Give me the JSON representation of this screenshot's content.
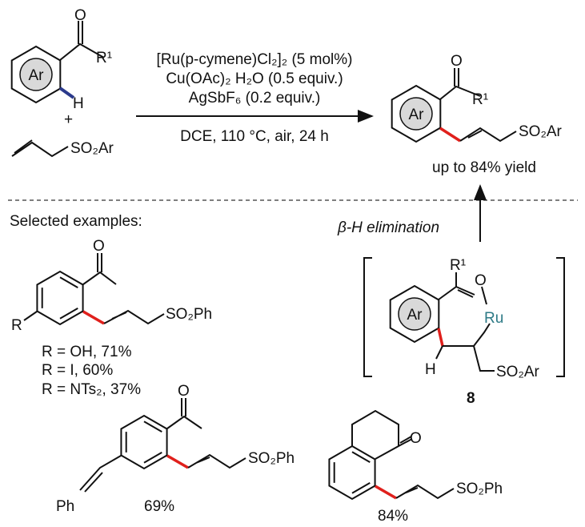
{
  "reaction": {
    "sm_ar": "Ar",
    "sm_o": "O",
    "sm_r1": "R¹",
    "sm_h": "H",
    "plus": "+",
    "allyl_so2ar": "SO₂Ar",
    "conditions": [
      "[Ru(p-cymene)Cl₂]₂ (5 mol%)",
      "Cu(OAc)₂ H₂O (0.5 equiv.)",
      "AgSbF₆ (0.2 equiv.)"
    ],
    "conditions_below": "DCE, 110 °C, air, 24 h",
    "product_ar": "Ar",
    "product_o": "O",
    "product_r1": "R¹",
    "product_so2ar": "SO₂Ar",
    "yield": "up to 84% yield"
  },
  "mechanism": {
    "step_label": "β-H elimination",
    "int_ar": "Ar",
    "int_r1": "R¹",
    "int_o": "O",
    "int_ru": "Ru",
    "int_h": "H",
    "int_so2ar": "SO₂Ar",
    "compound_number": "8"
  },
  "examples": {
    "heading": "Selected examples:",
    "ex1": {
      "o": "O",
      "so2ph": "SO₂Ph",
      "r": "R",
      "yields": [
        "R = OH, 71%",
        "R = I, 60%",
        "R = NTs₂, 37%"
      ]
    },
    "ex2": {
      "o": "O",
      "so2ph": "SO₂Ph",
      "ph": "Ph",
      "yield": "69%"
    },
    "ex3": {
      "o": "O",
      "so2ph": "SO₂Ph",
      "yield": "84%"
    }
  }
}
